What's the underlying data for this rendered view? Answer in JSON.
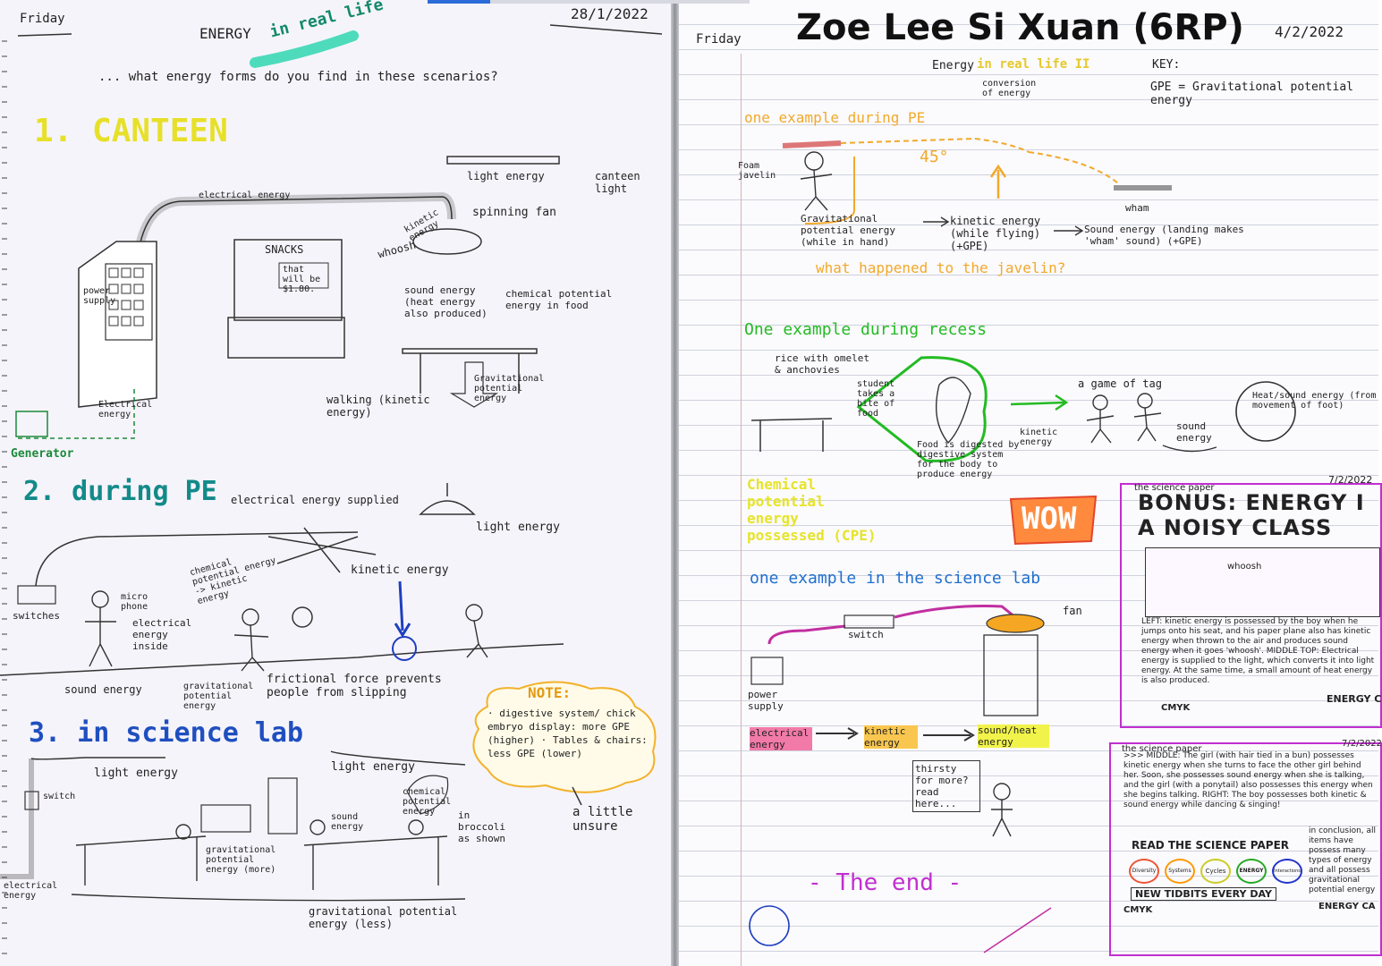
{
  "author_banner": "Zoe Lee Si Xuan (6RP)",
  "left": {
    "day": "Friday",
    "date": "28/1/2022",
    "title": "ENERGY",
    "title_accent": "in real life",
    "question": "... what energy forms do you find in these scenarios?",
    "s1": {
      "heading": "1. CANTEEN",
      "labels": {
        "electrical_wire": "electrical energy",
        "light": "light energy",
        "canteen_light": "canteen light",
        "fan": "spinning fan",
        "kinetic": "kinetic energy",
        "whoosh": "whoosh",
        "snacks": "SNACKS",
        "price": "that will be $1.80.",
        "sound": "sound energy (heat energy also produced)",
        "chemical": "chemical potential energy in food",
        "walking": "walking (kinetic energy)",
        "gpe": "Gravitational potential energy",
        "electrical": "Electrical energy",
        "generator": "Generator",
        "power_supply": "power supply"
      }
    },
    "s2": {
      "heading": "2. during PE",
      "labels": {
        "supplied": "electrical energy supplied",
        "light": "light energy",
        "kinetic": "kinetic energy",
        "chemical": "chemical potential energy -> kinetic energy",
        "switches": "switches",
        "microphone": "micro phone",
        "electrical_inside": "electrical energy inside",
        "sound": "sound energy",
        "gpe": "gravitational potential energy",
        "friction": "frictional force prevents people from slipping"
      },
      "note_title": "NOTE:",
      "note": "· digestive system/ chick embryo display: more GPE (higher) · Tables & chairs: less GPE (lower)",
      "note_aside": "a little unsure"
    },
    "s3": {
      "heading": "3. in science lab",
      "labels": {
        "switch": "switch",
        "light1": "light energy",
        "light2": "light energy",
        "electrical": "electrical energy",
        "gpe_more": "gravitational potential energy (more)",
        "sound": "sound energy",
        "chemical": "chemical potential energy",
        "broccoli": "in broccoli as shown",
        "gpe_less": "gravitational potential energy (less)"
      }
    }
  },
  "right": {
    "day": "Friday",
    "date": "4/2/2022",
    "title": "Energy",
    "title_accent": "in real life II",
    "subtitle": "conversion of energy",
    "key_label": "KEY:",
    "key_text": "GPE = Gravitational potential energy",
    "pe": {
      "heading": "one example during PE",
      "foam": "Foam javelin",
      "angle": "45°",
      "wham": "wham",
      "gpe": "Gravitational potential energy (while in hand)",
      "kinetic": "kinetic energy (while flying) (+GPE)",
      "sound": "Sound energy (landing makes 'wham' sound) (+GPE)",
      "question": "what happened to the javelin?"
    },
    "recess": {
      "heading": "One example during recess",
      "rice": "rice with omelet & anchovies",
      "student": "student takes a bite of food",
      "tag": "a game of tag",
      "digest": "Food is digested by digestive system for the body to produce energy",
      "kinetic": "kinetic energy",
      "sound": "sound energy",
      "heat": "Heat/sound energy (from movement of foot)",
      "chemical": "Chemical potential energy possessed (CPE)",
      "wow": "WOW"
    },
    "lab": {
      "heading": "one example in the science lab",
      "switch": "switch",
      "fan": "fan",
      "power": "power supply",
      "chain": [
        "electrical energy",
        "kinetic energy",
        "sound/heat energy"
      ],
      "thirsty": "thirsty for more? read here...",
      "end": "- The end -"
    },
    "paper1": {
      "masthead": "the science paper",
      "date": "7/2/2022",
      "headline1": "BONUS: ENERGY I",
      "headline2": "A NOISY CLASS",
      "whoosh": "whoosh",
      "body": "LEFT: kinetic energy is possessed by the boy when he jumps onto his seat, and his paper plane also has kinetic energy when thrown to the air and produces sound energy when it goes 'whoosh'. MIDDLE TOP: Electrical energy is supplied to the light, which converts it into light energy. At the same time, a small amount of heat energy is also produced.",
      "footer": "ENERGY C",
      "cmyk": "CMYK"
    },
    "paper2": {
      "masthead": "the science paper",
      "date": "7/2/2022",
      "body": ">>> MIDDLE: The girl (with hair tied in a bun) possesses kinetic energy when she turns to face the other girl behind her. Soon, she possesses sound energy when she is talking, and the girl (with a ponytail) also possesses this energy when she begins talking. RIGHT: The boy possesses both kinetic & sound energy while dancing & singing!",
      "conclusion": "in conclusion, all items have possess many types of energy and all possess gravitational potential energy",
      "read": "READ THE SCIENCE PAPER",
      "bubbles": [
        "Diversity",
        "Systems",
        "Cycles",
        "ENERGY",
        "Interactions"
      ],
      "tidbits": "NEW TIDBITS EVERY DAY",
      "footer": "ENERGY CA",
      "cmyk": "CMYK"
    }
  }
}
